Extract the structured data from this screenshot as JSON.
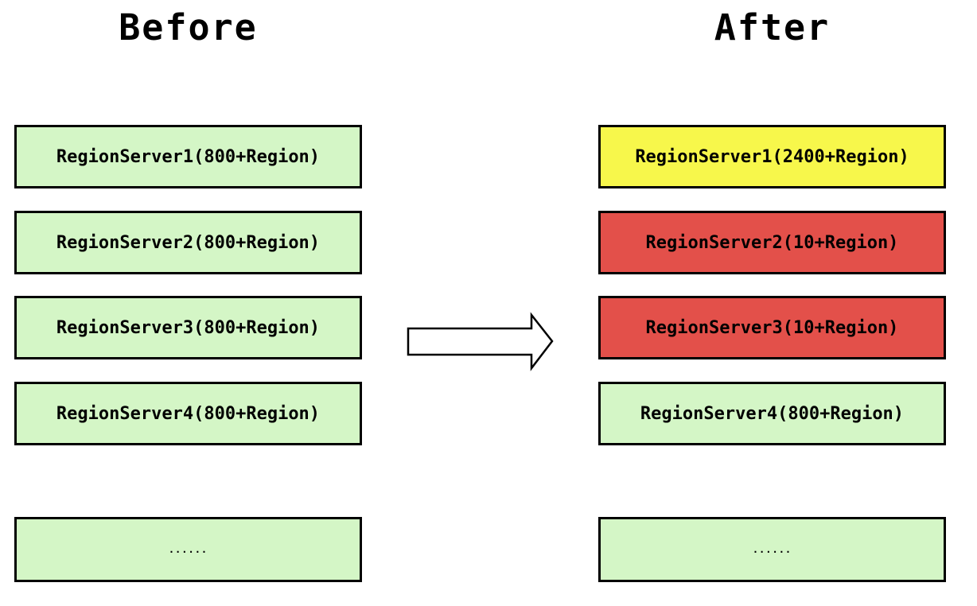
{
  "diagram": {
    "description": "Before/After comparison of region distribution across RegionServers",
    "palette": {
      "normal_green": "#d4f6c6",
      "overloaded_yellow": "#f7f74b",
      "underloaded_red": "#e3504a",
      "border_black": "#000000",
      "background_white": "#ffffff"
    },
    "before": {
      "title": "Before",
      "boxes": [
        {
          "label": "RegionServer1(800+Region)",
          "status": "green"
        },
        {
          "label": "RegionServer2(800+Region)",
          "status": "green"
        },
        {
          "label": "RegionServer3(800+Region)",
          "status": "green"
        },
        {
          "label": "RegionServer4(800+Region)",
          "status": "green"
        },
        {
          "label": "......",
          "status": "green"
        }
      ]
    },
    "after": {
      "title": "After",
      "boxes": [
        {
          "label": "RegionServer1(2400+Region)",
          "status": "yellow"
        },
        {
          "label": "RegionServer2(10+Region)",
          "status": "red"
        },
        {
          "label": "RegionServer3(10+Region)",
          "status": "red"
        },
        {
          "label": "RegionServer4(800+Region)",
          "status": "green"
        },
        {
          "label": "......",
          "status": "green"
        }
      ]
    },
    "arrow": {
      "direction": "right"
    }
  }
}
